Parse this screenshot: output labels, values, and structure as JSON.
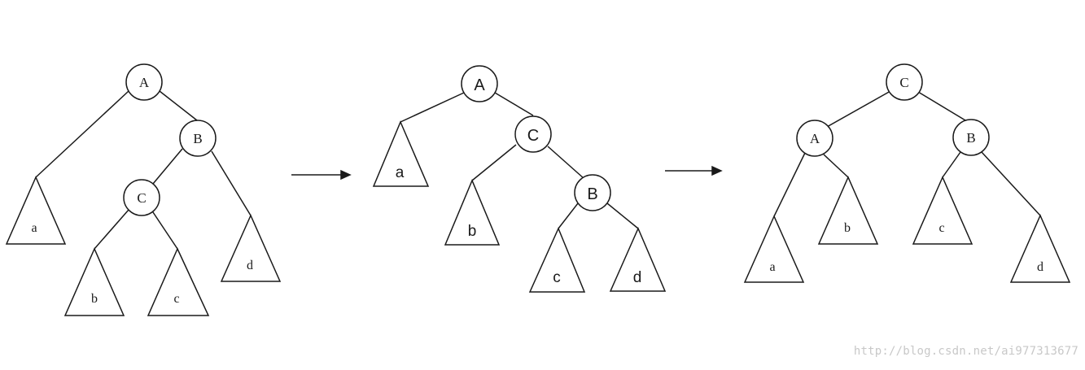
{
  "diagrams": [
    {
      "nodes": {
        "A": "A",
        "B": "B",
        "C": "C"
      },
      "subtrees": {
        "a": "a",
        "b": "b",
        "c": "c",
        "d": "d"
      }
    },
    {
      "nodes": {
        "A": "A",
        "C": "C",
        "B": "B"
      },
      "subtrees": {
        "a": "a",
        "b": "b",
        "c": "c",
        "d": "d"
      }
    },
    {
      "nodes": {
        "C": "C",
        "A": "A",
        "B": "B"
      },
      "subtrees": {
        "a": "a",
        "b": "b",
        "c": "c",
        "d": "d"
      }
    }
  ],
  "watermark": "http://blog.csdn.net/ai977313677"
}
